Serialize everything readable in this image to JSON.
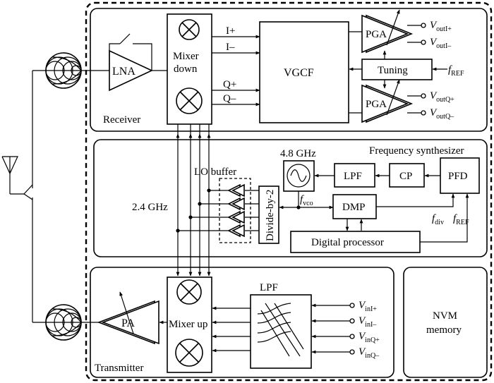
{
  "labels": {
    "receiver": "Receiver",
    "transmitter": "Transmitter",
    "lna": "LNA",
    "pa": "PA",
    "mixer_down_1": "Mixer",
    "mixer_down_2": "down",
    "mixer_up": "Mixer up",
    "vgcf": "VGCF",
    "pga": "PGA",
    "tuning": "Tuning",
    "freq_synth": "Frequency synthesizer",
    "lo_buffer": "LO buffer",
    "ghz_48": "4.8 GHz",
    "ghz_24": "2.4 GHz",
    "lpf": "LPF",
    "cp": "CP",
    "pfd": "PFD",
    "dmp": "DMP",
    "divide_by_2": "Divide-by-2",
    "digital_processor": "Digital processor",
    "nvm_1": "NVM",
    "nvm_2": "memory",
    "i_plus": "I+",
    "i_minus": "I–",
    "q_plus": "Q+",
    "q_minus": "Q–"
  },
  "signals": {
    "vout_i_plus": {
      "main": "V",
      "sub": "outI+"
    },
    "vout_i_minus": {
      "main": "V",
      "sub": "outI–"
    },
    "vout_q_plus": {
      "main": "V",
      "sub": "outQ+"
    },
    "vout_q_minus": {
      "main": "V",
      "sub": "outQ–"
    },
    "f_ref_tuning": {
      "main": "f",
      "sub": "REF"
    },
    "f_vco": {
      "main": "f",
      "sub": "vco"
    },
    "f_div": {
      "main": "f",
      "sub": "div"
    },
    "f_ref_pfd": {
      "main": "f",
      "sub": "REF"
    },
    "vin_i_plus": {
      "main": "V",
      "sub": "inI+"
    },
    "vin_i_minus": {
      "main": "V",
      "sub": "inI–"
    },
    "vin_q_plus": {
      "main": "V",
      "sub": "inQ+"
    },
    "vin_q_minus": {
      "main": "V",
      "sub": "inQ–"
    }
  }
}
